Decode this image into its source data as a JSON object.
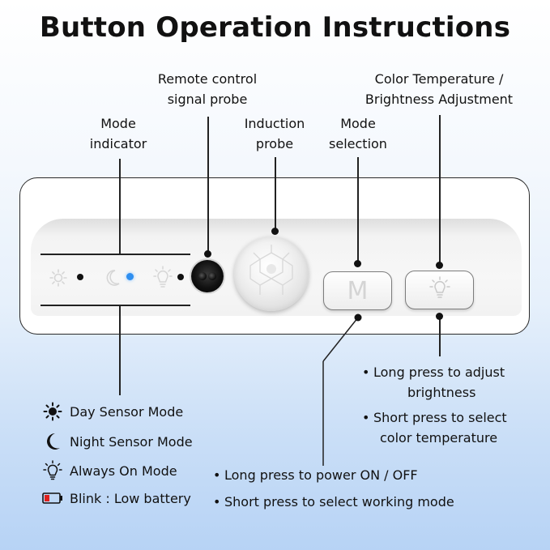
{
  "title": "Button Operation Instructions",
  "labels": {
    "remote_line1": "Remote control",
    "remote_line2": "signal probe",
    "color_line1": "Color Temperature /",
    "color_line2": "Brightness Adjustment",
    "mode_ind_line1": "Mode",
    "mode_ind_line2": "indicator",
    "induction_line1": "Induction",
    "induction_line2": "probe",
    "mode_sel_line1": "Mode",
    "mode_sel_line2": "selection"
  },
  "device": {
    "m_button_label": "M",
    "indicator_icons": [
      "sun-icon",
      "moon-icon",
      "bulb-icon"
    ],
    "active_indicator_color": "#2f8ff0"
  },
  "legend": [
    {
      "icon": "sun-icon",
      "text": "Day Sensor Mode"
    },
    {
      "icon": "moon-icon",
      "text": "Night Sensor Mode"
    },
    {
      "icon": "bulb-icon",
      "text": "Always On Mode"
    },
    {
      "icon": "low-battery-icon",
      "text": "Blink : Low battery"
    }
  ],
  "color_button_notes": {
    "line1": "Long press to adjust",
    "line2": "brightness",
    "line3": "Short press to select",
    "line4": "color temperature"
  },
  "mode_button_notes": {
    "line1": "Long press to power ON / OFF",
    "line2": "Short press to select working mode"
  },
  "colors": {
    "battery_red": "#e0201c",
    "background_blue": "#b7d3f5"
  }
}
